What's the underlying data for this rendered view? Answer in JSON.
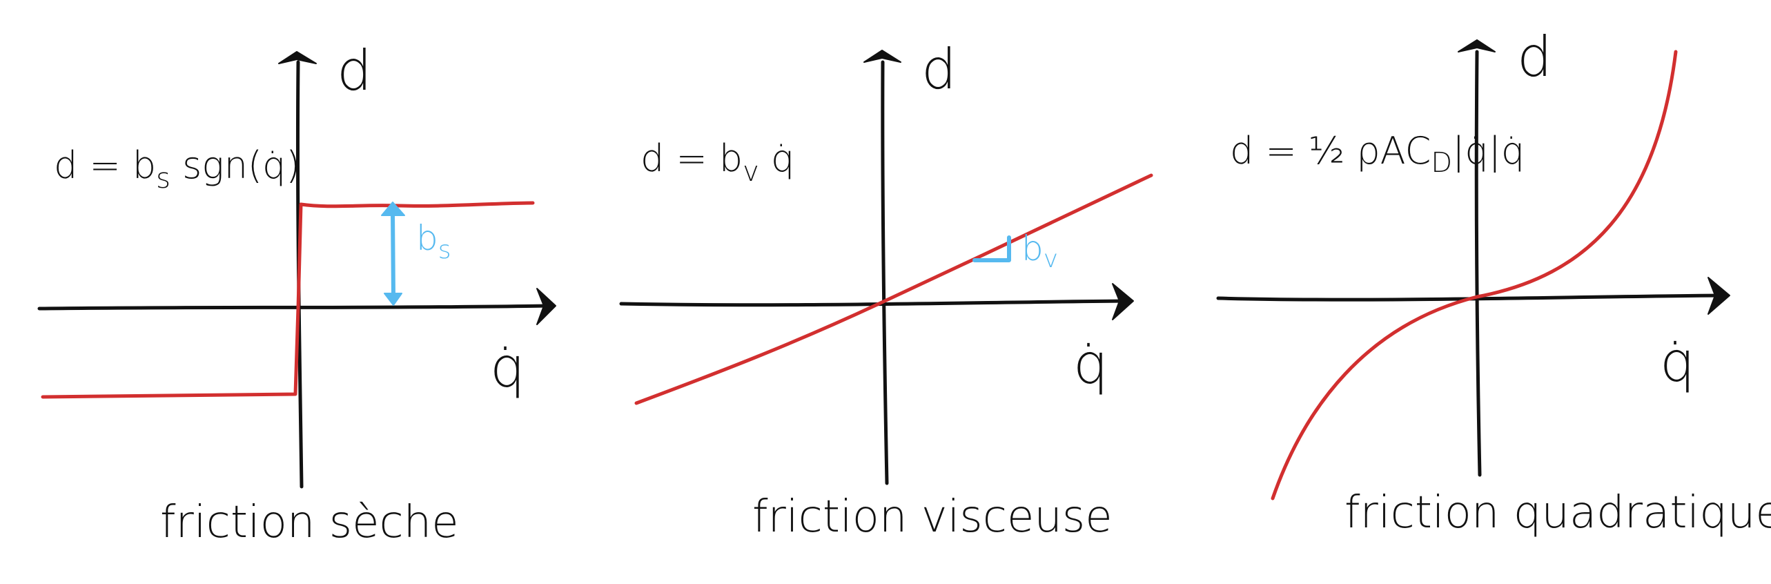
{
  "colors": {
    "ink": "#111111",
    "curve": "#d22f2f",
    "annotation": "#56b9ef",
    "background": "#ffffff"
  },
  "panels": [
    {
      "id": "dry",
      "y_axis_label": "d",
      "x_axis_label": "q̇",
      "formula": "d = b",
      "formula_sub": "s",
      "formula_tail": " sgn(q̇)",
      "annotation": "b",
      "annotation_sub": "s",
      "caption": "friction sèche"
    },
    {
      "id": "viscous",
      "y_axis_label": "d",
      "x_axis_label": "q̇",
      "formula": "d = b",
      "formula_sub": "v",
      "formula_tail": " q̇",
      "annotation": "b",
      "annotation_sub": "v",
      "caption": "friction visceuse"
    },
    {
      "id": "quadratic",
      "y_axis_label": "d",
      "x_axis_label": "q̇",
      "formula": "d = ½ ρAC",
      "formula_sub": "D",
      "formula_tail": "|q̇|q̇",
      "caption": "friction quadratique"
    }
  ]
}
